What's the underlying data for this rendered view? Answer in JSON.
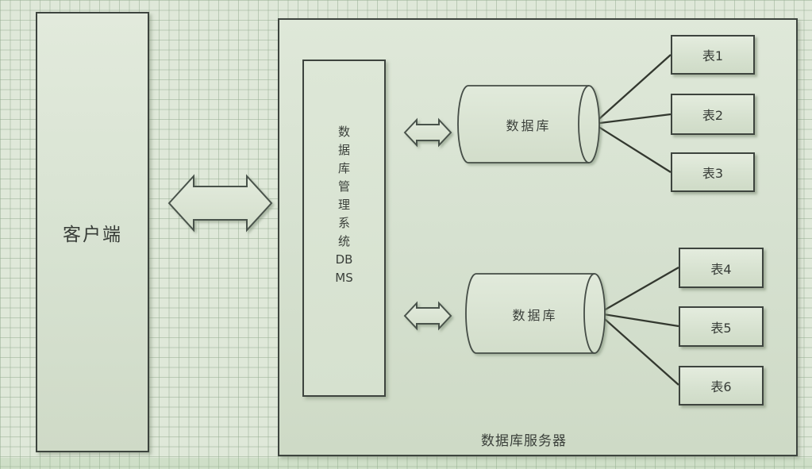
{
  "diagram": {
    "client": {
      "label": "客户端"
    },
    "server": {
      "label": "数据库服务器"
    },
    "dbms": {
      "label": "数\n据\n库\n管\n理\n系\n统\nDB\nMS"
    },
    "databases": [
      {
        "label": "数据库",
        "tables": [
          "表1",
          "表2",
          "表3"
        ]
      },
      {
        "label": "数据库",
        "tables": [
          "表4",
          "表5",
          "表6"
        ]
      }
    ]
  },
  "colors": {
    "background": "#dfe8d9",
    "grid_line": "#c2d0c0",
    "shape_fill_light": "#e2eadc",
    "shape_fill_dark": "#cfdac7",
    "border": "#3d443e",
    "connector": "#33382f",
    "text": "#3a3f3a"
  }
}
